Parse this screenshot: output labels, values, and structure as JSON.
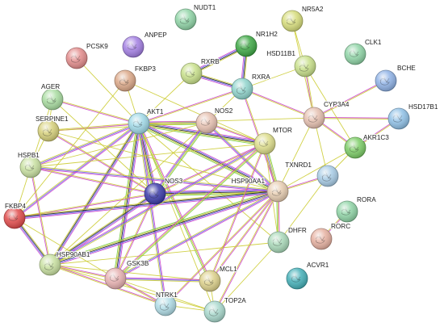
{
  "network": {
    "evidence_colors": [
      "#cc44cc",
      "#33bbbb",
      "#6666ee",
      "#222222",
      "#cccc33",
      "#77cc44"
    ],
    "nodes": [
      {
        "id": "NUDT1",
        "label": "NUDT1",
        "color": "#8fd4a6"
      },
      {
        "id": "NR5A2",
        "label": "NR5A2",
        "color": "#d6dc7a"
      },
      {
        "id": "ANPEP",
        "label": "ANPEP",
        "color": "#a27ee2"
      },
      {
        "id": "PCSK9",
        "label": "PCSK9",
        "color": "#e38c8c"
      },
      {
        "id": "NR1H2",
        "label": "NR1H2",
        "color": "#3ea845"
      },
      {
        "id": "HSD11B1",
        "label": "HSD11B1",
        "color": "#c8e08a"
      },
      {
        "id": "CLK1",
        "label": "CLK1",
        "color": "#8fd4a6"
      },
      {
        "id": "FKBP3",
        "label": "FKBP3",
        "color": "#dca888"
      },
      {
        "id": "RXRB",
        "label": "RXRB",
        "color": "#c8e08a"
      },
      {
        "id": "RXRA",
        "label": "RXRA",
        "color": "#8fd4cc"
      },
      {
        "id": "BCHE",
        "label": "BCHE",
        "color": "#8fb2e6"
      },
      {
        "id": "AGER",
        "label": "AGER",
        "color": "#a8dca0"
      },
      {
        "id": "AKT1",
        "label": "AKT1",
        "color": "#9fd8e6"
      },
      {
        "id": "NOS2",
        "label": "NOS2",
        "color": "#e6c0b0"
      },
      {
        "id": "CYP3A4",
        "label": "CYP3A4",
        "color": "#e6c0b0"
      },
      {
        "id": "HSD17B1",
        "label": "HSD17B1",
        "color": "#8fc0e6"
      },
      {
        "id": "SERPINE1",
        "label": "SERPINE1",
        "color": "#d6d07a"
      },
      {
        "id": "MTOR",
        "label": "MTOR",
        "color": "#dcdc8a"
      },
      {
        "id": "AKR1C3",
        "label": "AKR1C3",
        "color": "#7ccc66"
      },
      {
        "id": "HSPB1",
        "label": "HSPB1",
        "color": "#c8e0a0"
      },
      {
        "id": "TXNRD1",
        "label": "TXNRD1",
        "color": "#a8cce6"
      },
      {
        "id": "NOS3",
        "label": "NOS3",
        "color": "#3a3aa8"
      },
      {
        "id": "HSP90AA1",
        "label": "HSP90AA1",
        "color": "#e6ccb0"
      },
      {
        "id": "RORA",
        "label": "RORA",
        "color": "#8fd4a6"
      },
      {
        "id": "FKBP4",
        "label": "FKBP4",
        "color": "#e04a4a"
      },
      {
        "id": "RORC",
        "label": "RORC",
        "color": "#e6b0a0"
      },
      {
        "id": "DHFR",
        "label": "DHFR",
        "color": "#a8d8b8"
      },
      {
        "id": "HSP90AB1",
        "label": "HSP90AB1",
        "color": "#c8e0a0"
      },
      {
        "id": "GSK3B",
        "label": "GSK3B",
        "color": "#e6b0b0"
      },
      {
        "id": "MCL1",
        "label": "MCL1",
        "color": "#dcd08a"
      },
      {
        "id": "ACVR1",
        "label": "ACVR1",
        "color": "#44b0b8"
      },
      {
        "id": "NTRK1",
        "label": "NTRK1",
        "color": "#b0dce6"
      },
      {
        "id": "TOP2A",
        "label": "TOP2A",
        "color": "#a8d8cc"
      }
    ],
    "edges": [
      {
        "source": "AKT1",
        "target": "NOS3",
        "evidence": [
          0,
          2,
          3,
          4,
          5
        ]
      },
      {
        "source": "AKT1",
        "target": "MTOR",
        "evidence": [
          0,
          2,
          3,
          4,
          5
        ]
      },
      {
        "source": "AKT1",
        "target": "HSP90AA1",
        "evidence": [
          0,
          2,
          3,
          4,
          5
        ]
      },
      {
        "source": "AKT1",
        "target": "HSP90AB1",
        "evidence": [
          0,
          2,
          3,
          4
        ]
      },
      {
        "source": "AKT1",
        "target": "GSK3B",
        "evidence": [
          0,
          2,
          3,
          4,
          5
        ]
      },
      {
        "source": "AKT1",
        "target": "FKBP4",
        "evidence": [
          0,
          2,
          4
        ]
      },
      {
        "source": "AKT1",
        "target": "HSPB1",
        "evidence": [
          0,
          2,
          4
        ]
      },
      {
        "source": "AKT1",
        "target": "NOS2",
        "evidence": [
          0,
          2,
          4,
          5
        ]
      },
      {
        "source": "AKT1",
        "target": "SERPINE1",
        "evidence": [
          0,
          4
        ]
      },
      {
        "source": "AKT1",
        "target": "AGER",
        "evidence": [
          0,
          4
        ]
      },
      {
        "source": "AKT1",
        "target": "MCL1",
        "evidence": [
          0,
          4,
          5
        ]
      },
      {
        "source": "AKT1",
        "target": "FKBP3",
        "evidence": [
          4
        ]
      },
      {
        "source": "AKT1",
        "target": "PCSK9",
        "evidence": [
          4
        ]
      },
      {
        "source": "AKT1",
        "target": "NTRK1",
        "evidence": [
          0,
          2,
          4
        ]
      },
      {
        "source": "AKT1",
        "target": "RXRA",
        "evidence": [
          0,
          4
        ]
      },
      {
        "source": "AKT1",
        "target": "TOP2A",
        "evidence": [
          4
        ]
      },
      {
        "source": "AKT1",
        "target": "CYP3A4",
        "evidence": [
          4
        ]
      },
      {
        "source": "AKT1",
        "target": "DHFR",
        "evidence": [
          4
        ]
      },
      {
        "source": "NOS3",
        "target": "HSP90AA1",
        "evidence": [
          0,
          2,
          3,
          4,
          5
        ]
      },
      {
        "source": "NOS3",
        "target": "HSP90AB1",
        "evidence": [
          0,
          2,
          3,
          4
        ]
      },
      {
        "source": "NOS3",
        "target": "NOS2",
        "evidence": [
          0,
          2,
          4,
          5
        ]
      },
      {
        "source": "NOS3",
        "target": "GSK3B",
        "evidence": [
          0,
          4
        ]
      },
      {
        "source": "NOS3",
        "target": "HSPB1",
        "evidence": [
          0,
          4
        ]
      },
      {
        "source": "NOS3",
        "target": "FKBP4",
        "evidence": [
          0,
          4
        ]
      },
      {
        "source": "NOS3",
        "target": "SERPINE1",
        "evidence": [
          0,
          4
        ]
      },
      {
        "source": "NOS3",
        "target": "AGER",
        "evidence": [
          4
        ]
      },
      {
        "source": "NOS3",
        "target": "MTOR",
        "evidence": [
          0,
          4
        ]
      },
      {
        "source": "HSP90AA1",
        "target": "HSP90AB1",
        "evidence": [
          0,
          2,
          3,
          4,
          5
        ]
      },
      {
        "source": "HSP90AA1",
        "target": "FKBP4",
        "evidence": [
          0,
          2,
          3,
          4
        ]
      },
      {
        "source": "HSP90AA1",
        "target": "GSK3B",
        "evidence": [
          0,
          2,
          4
        ]
      },
      {
        "source": "HSP90AA1",
        "target": "HSPB1",
        "evidence": [
          0,
          2,
          4
        ]
      },
      {
        "source": "HSP90AA1",
        "target": "MTOR",
        "evidence": [
          0,
          2,
          4,
          5
        ]
      },
      {
        "source": "HSP90AA1",
        "target": "NOS2",
        "evidence": [
          0,
          2,
          4
        ]
      },
      {
        "source": "HSP90AA1",
        "target": "DHFR",
        "evidence": [
          0,
          4,
          5
        ]
      },
      {
        "source": "HSP90AA1",
        "target": "TXNRD1",
        "evidence": [
          0,
          4
        ]
      },
      {
        "source": "HSP90AA1",
        "target": "MCL1",
        "evidence": [
          0,
          4
        ]
      },
      {
        "source": "HSP90AA1",
        "target": "NTRK1",
        "evidence": [
          0,
          4
        ]
      },
      {
        "source": "HSP90AA1",
        "target": "TOP2A",
        "evidence": [
          0,
          4
        ]
      },
      {
        "source": "HSP90AA1",
        "target": "RXRA",
        "evidence": [
          0,
          4
        ]
      },
      {
        "source": "HSP90AA1",
        "target": "SERPINE1",
        "evidence": [
          4
        ]
      },
      {
        "source": "HSP90AA1",
        "target": "CYP3A4",
        "evidence": [
          4
        ]
      },
      {
        "source": "HSP90AA1",
        "target": "AKR1C3",
        "evidence": [
          4
        ]
      },
      {
        "source": "HSP90AB1",
        "target": "FKBP4",
        "evidence": [
          0,
          2,
          3,
          4
        ]
      },
      {
        "source": "HSP90AB1",
        "target": "GSK3B",
        "evidence": [
          0,
          4
        ]
      },
      {
        "source": "HSP90AB1",
        "target": "HSPB1",
        "evidence": [
          0,
          4
        ]
      },
      {
        "source": "HSP90AB1",
        "target": "MTOR",
        "evidence": [
          0,
          2,
          4
        ]
      },
      {
        "source": "HSP90AB1",
        "target": "NTRK1",
        "evidence": [
          0,
          4
        ]
      },
      {
        "source": "HSP90AB1",
        "target": "TOP2A",
        "evidence": [
          4
        ]
      },
      {
        "source": "HSP90AB1",
        "target": "MCL1",
        "evidence": [
          4
        ]
      },
      {
        "source": "HSP90AB1",
        "target": "DHFR",
        "evidence": [
          4
        ]
      },
      {
        "source": "HSP90AB1",
        "target": "NOS2",
        "evidence": [
          4
        ]
      },
      {
        "source": "GSK3B",
        "target": "MTOR",
        "evidence": [
          0,
          4,
          5
        ]
      },
      {
        "source": "GSK3B",
        "target": "MCL1",
        "evidence": [
          0,
          2,
          4
        ]
      },
      {
        "source": "GSK3B",
        "target": "TOP2A",
        "evidence": [
          4
        ]
      },
      {
        "source": "GSK3B",
        "target": "NTRK1",
        "evidence": [
          0,
          4
        ]
      },
      {
        "source": "GSK3B",
        "target": "FKBP4",
        "evidence": [
          4
        ]
      },
      {
        "source": "MTOR",
        "target": "NOS2",
        "evidence": [
          0,
          4
        ]
      },
      {
        "source": "MTOR",
        "target": "MCL1",
        "evidence": [
          0,
          4
        ]
      },
      {
        "source": "MTOR",
        "target": "FKBP3",
        "evidence": [
          4
        ]
      },
      {
        "source": "MTOR",
        "target": "DHFR",
        "evidence": [
          4
        ]
      },
      {
        "source": "MTOR",
        "target": "HSPB1",
        "evidence": [
          4
        ]
      },
      {
        "source": "RXRA",
        "target": "RXRB",
        "evidence": [
          0,
          2,
          3,
          4
        ]
      },
      {
        "source": "RXRA",
        "target": "NR1H2",
        "evidence": [
          0,
          2,
          3,
          4
        ]
      },
      {
        "source": "RXRA",
        "target": "CYP3A4",
        "evidence": [
          0,
          4
        ]
      },
      {
        "source": "RXRA",
        "target": "HSD11B1",
        "evidence": [
          4
        ]
      },
      {
        "source": "RXRA",
        "target": "NOS2",
        "evidence": [
          4
        ]
      },
      {
        "source": "RXRB",
        "target": "NR1H2",
        "evidence": [
          0,
          2,
          3,
          4
        ]
      },
      {
        "source": "RXRB",
        "target": "AKT1",
        "evidence": [
          4
        ]
      },
      {
        "source": "CYP3A4",
        "target": "BCHE",
        "evidence": [
          0,
          4
        ]
      },
      {
        "source": "CYP3A4",
        "target": "HSD17B1",
        "evidence": [
          0,
          4
        ]
      },
      {
        "source": "CYP3A4",
        "target": "AKR1C3",
        "evidence": [
          0,
          4
        ]
      },
      {
        "source": "CYP3A4",
        "target": "HSD11B1",
        "evidence": [
          0,
          4
        ]
      },
      {
        "source": "CYP3A4",
        "target": "TXNRD1",
        "evidence": [
          4
        ]
      },
      {
        "source": "CYP3A4",
        "target": "NR5A2",
        "evidence": [
          4
        ]
      },
      {
        "source": "HSD11B1",
        "target": "NR5A2",
        "evidence": [
          4
        ]
      },
      {
        "source": "HSD11B1",
        "target": "AKR1C3",
        "evidence": [
          4
        ]
      },
      {
        "source": "AKR1C3",
        "target": "HSD17B1",
        "evidence": [
          0,
          4
        ]
      },
      {
        "source": "AKR1C3",
        "target": "TXNRD1",
        "evidence": [
          4
        ]
      },
      {
        "source": "TXNRD1",
        "target": "DHFR",
        "evidence": [
          4
        ]
      },
      {
        "source": "DHFR",
        "target": "TOP2A",
        "evidence": [
          4
        ]
      },
      {
        "source": "MCL1",
        "target": "TOP2A",
        "evidence": [
          4
        ]
      },
      {
        "source": "NTRK1",
        "target": "TOP2A",
        "evidence": [
          4
        ]
      },
      {
        "source": "FKBP4",
        "target": "HSPB1",
        "evidence": [
          4
        ]
      },
      {
        "source": "FKBP4",
        "target": "FKBP3",
        "evidence": [
          4
        ]
      },
      {
        "source": "AGER",
        "target": "SERPINE1",
        "evidence": [
          4
        ]
      },
      {
        "source": "AGER",
        "target": "HSPB1",
        "evidence": [
          4
        ]
      },
      {
        "source": "SERPINE1",
        "target": "HSPB1",
        "evidence": [
          4
        ]
      },
      {
        "source": "SERPINE1",
        "target": "NOS2",
        "evidence": [
          4
        ]
      },
      {
        "source": "NOS2",
        "target": "HSPB1",
        "evidence": [
          4
        ]
      },
      {
        "source": "RORA",
        "target": "RORC",
        "evidence": [
          0,
          4
        ]
      }
    ]
  }
}
